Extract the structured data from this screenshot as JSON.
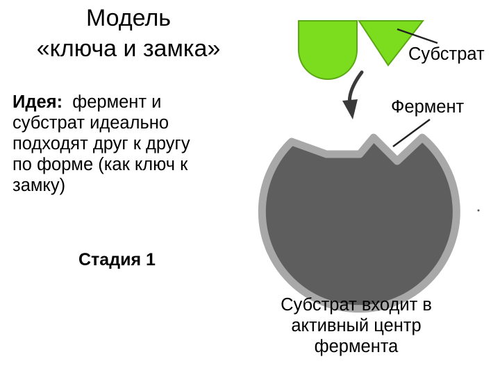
{
  "title": {
    "line1": "Модель",
    "line2": "«ключа и замка»"
  },
  "idea": {
    "label": "Идея:",
    "line1_rest": "фермент и",
    "line2": "субстрат идеально",
    "line3": "подходят друг к другу",
    "line4": "по форме (как ключ к",
    "line5": "замку)"
  },
  "stage": "Стадия 1",
  "diagram": {
    "substrate_label": "Субстрат",
    "enzyme_label": "Фермент",
    "caption": {
      "line1": "Субстрат входит в",
      "line2": "активный центр",
      "line3": "фермента"
    },
    "colors": {
      "substrate_fill": "#7cdc1e",
      "substrate_stroke": "#5aa814",
      "enzyme_fill": "#5e5e5e",
      "enzyme_rim": "#a8a8a8",
      "arrow": "#3a3a3a"
    }
  }
}
